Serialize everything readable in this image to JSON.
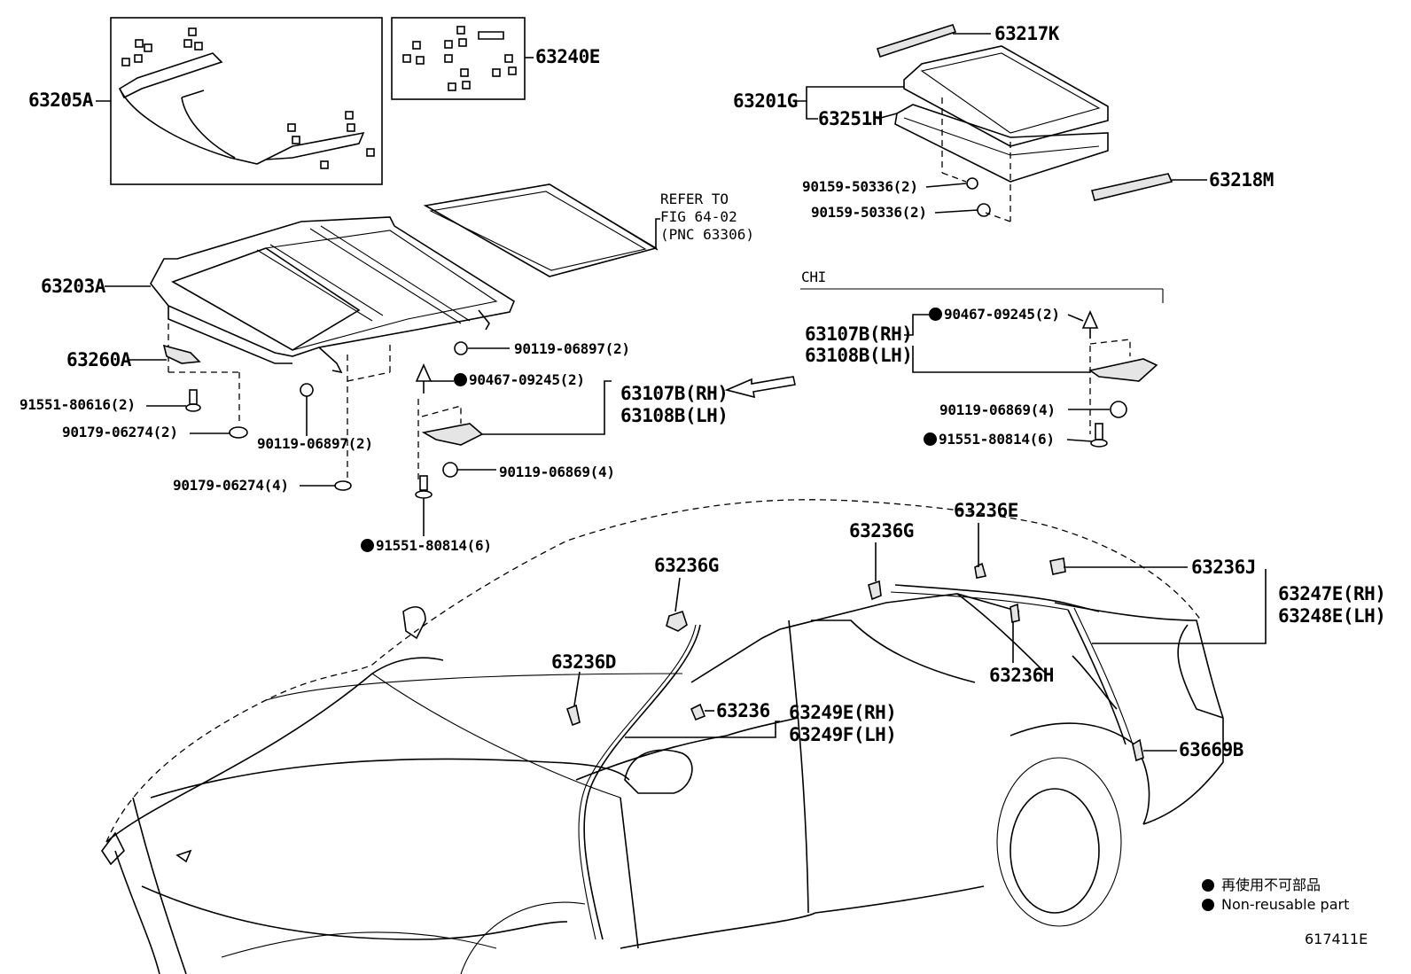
{
  "parts": {
    "p63205A": "63205A",
    "p63240E": "63240E",
    "p63217K": "63217K",
    "p63201G": "63201G",
    "p63251H": "63251H",
    "p63218M": "63218M",
    "p90159a": "90159-50336(2)",
    "p90159b": "90159-50336(2)",
    "p63203A": "63203A",
    "p63260A": "63260A",
    "p91551a": "91551-80616(2)",
    "p90179a": "90179-06274(2)",
    "p90119a": "90119-06897(2)",
    "p90119b": "90119-06897(2)",
    "p90179b": "90179-06274(4)",
    "p90467a": "90467-09245(2)",
    "p63107B_a": "63107B(RH)",
    "p63108B_a": "63108B(LH)",
    "p90119c": "90119-06869(4)",
    "p91551b": "91551-80814(6)",
    "chi": "CHI",
    "p90467b": "90467-09245(2)",
    "p63107B_b": "63107B(RH)",
    "p63108B_b": "63108B(LH)",
    "p90119d": "90119-06869(4)",
    "p91551c": "91551-80814(6)",
    "p63236E": "63236E",
    "p63236G_a": "63236G",
    "p63236J": "63236J",
    "p63247E": "63247E(RH)",
    "p63248E": "63248E(LH)",
    "p63236G_b": "63236G",
    "p63236H": "63236H",
    "p63236D": "63236D",
    "p63236": "63236",
    "p63249E": "63249E(RH)",
    "p63249F": "63249F(LH)",
    "p63669B": "63669B"
  },
  "refer": {
    "line1": "REFER TO",
    "line2": "FIG 64-02",
    "line3": "(PNC 63306)"
  },
  "legend": {
    "jp": "再使用不可部品",
    "en": "Non-reusable part"
  },
  "figure_id": "617411E"
}
